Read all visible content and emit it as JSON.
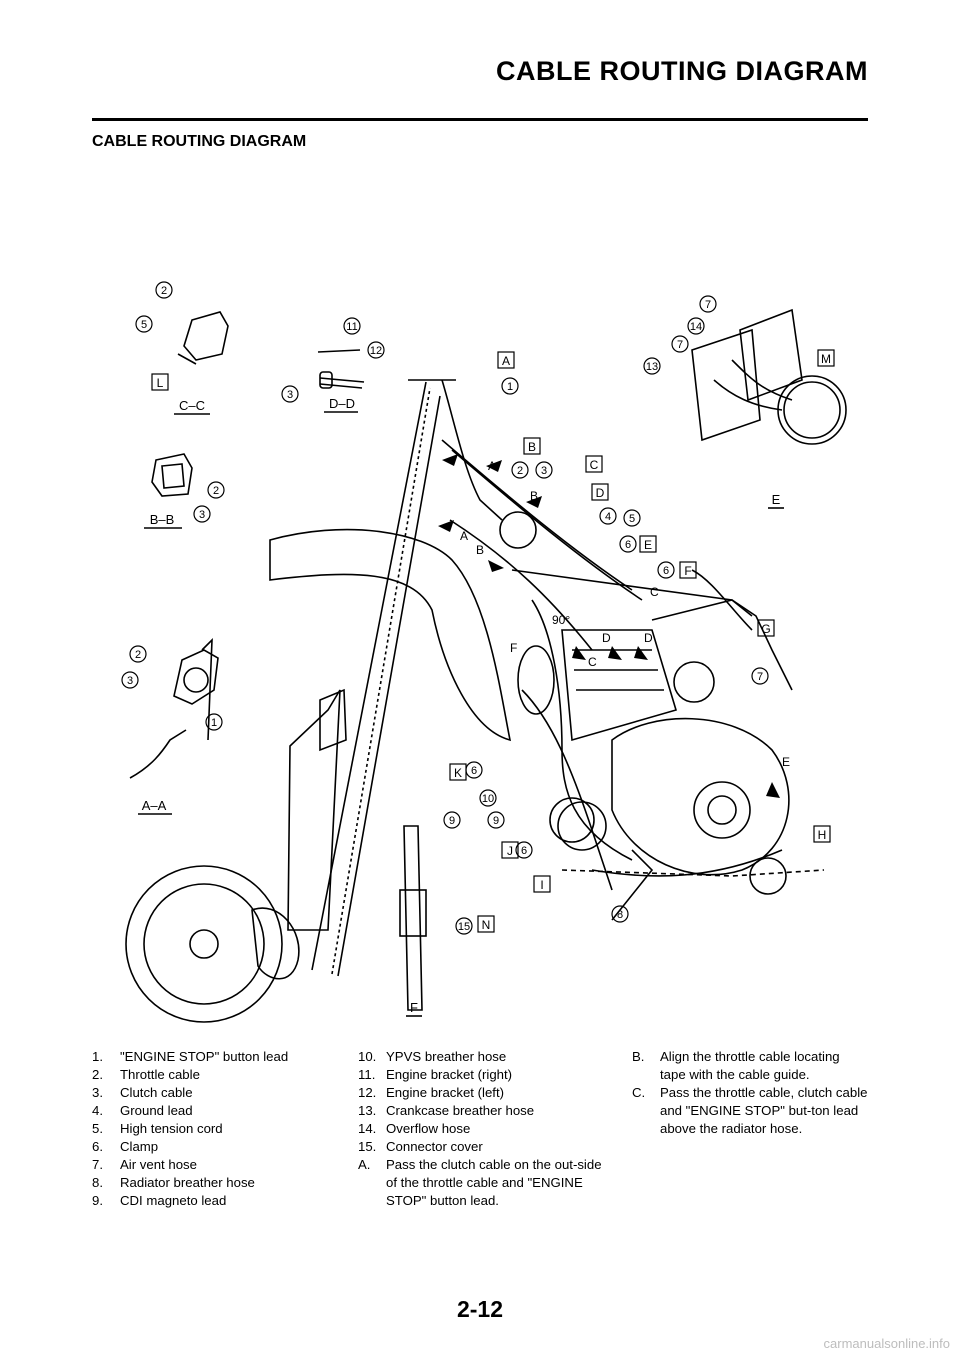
{
  "header": {
    "title": "CABLE ROUTING DIAGRAM"
  },
  "section": {
    "title": "CABLE ROUTING DIAGRAM"
  },
  "diagram": {
    "views": [
      "C–C",
      "D–D",
      "B–B",
      "A–A",
      "E",
      "F"
    ],
    "letter_labels": [
      "A",
      "B",
      "C",
      "D",
      "E",
      "F",
      "G",
      "H",
      "I",
      "J",
      "K",
      "L",
      "M",
      "N"
    ],
    "angle_label": "90°",
    "arrow_labels": [
      "A",
      "B",
      "C",
      "D",
      "E"
    ]
  },
  "legend": {
    "col1": [
      {
        "n": "1.",
        "t": "\"ENGINE STOP\" button lead"
      },
      {
        "n": "2.",
        "t": "Throttle cable"
      },
      {
        "n": "3.",
        "t": "Clutch cable"
      },
      {
        "n": "4.",
        "t": "Ground lead"
      },
      {
        "n": "5.",
        "t": "High tension cord"
      },
      {
        "n": "6.",
        "t": "Clamp"
      },
      {
        "n": "7.",
        "t": "Air vent hose"
      },
      {
        "n": "8.",
        "t": "Radiator breather hose"
      },
      {
        "n": "9.",
        "t": "CDI magneto lead"
      }
    ],
    "col2": [
      {
        "n": "10.",
        "t": "YPVS breather hose"
      },
      {
        "n": "11.",
        "t": "Engine bracket (right)"
      },
      {
        "n": "12.",
        "t": "Engine bracket (left)"
      },
      {
        "n": "13.",
        "t": "Crankcase breather hose"
      },
      {
        "n": "14.",
        "t": "Overflow hose"
      },
      {
        "n": "15.",
        "t": "Connector cover"
      },
      {
        "n": "A.",
        "t": "Pass the clutch cable on the out-side of the throttle cable and \"ENGINE STOP\" button lead."
      }
    ],
    "col3": [
      {
        "n": "B.",
        "t": "Align the throttle cable locating tape with the cable guide."
      },
      {
        "n": "C.",
        "t": "Pass the throttle cable, clutch cable and \"ENGINE STOP\" but-ton lead above the radiator hose."
      }
    ]
  },
  "footer": {
    "page_number": "2-12",
    "watermark": "carmanualsonline.info"
  }
}
